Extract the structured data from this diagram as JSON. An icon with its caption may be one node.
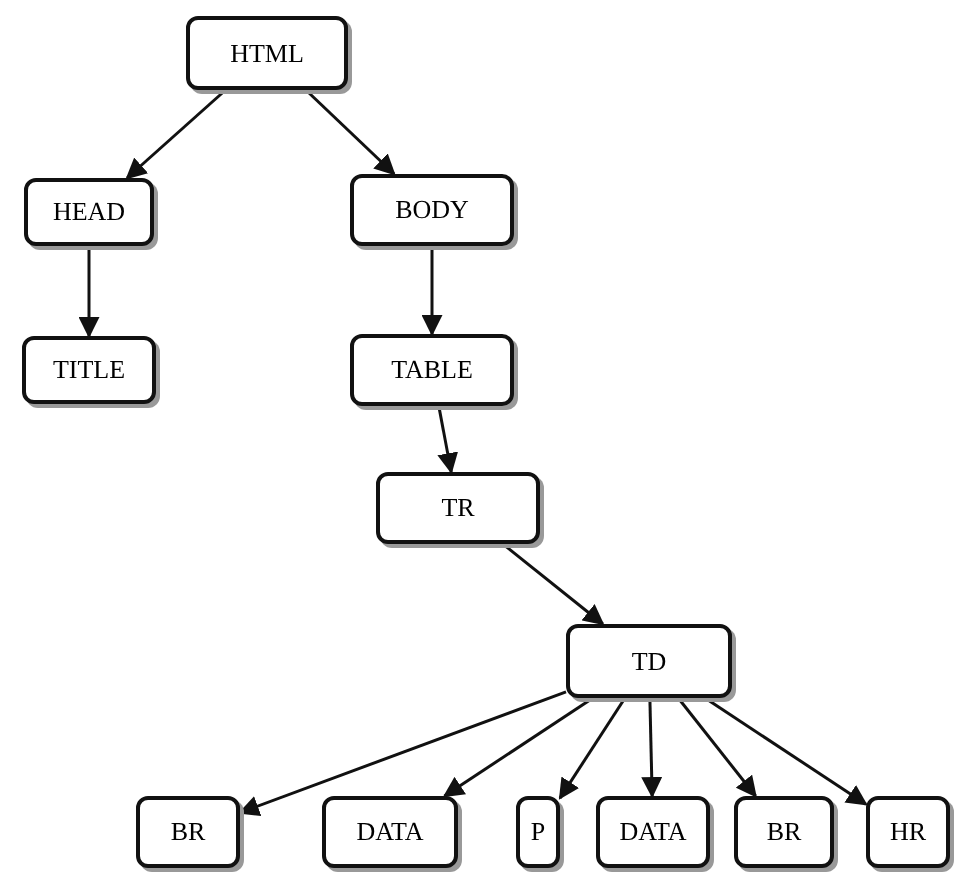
{
  "diagram": {
    "nodes": [
      {
        "text": [
          "HTML"
        ]
      },
      {
        "text": [
          "HEAD"
        ]
      },
      {
        "text": [
          "BODY"
        ]
      },
      {
        "text": [
          "TITLE"
        ]
      },
      {
        "text": [
          "TABLE"
        ]
      },
      {
        "text": [
          "TR"
        ]
      },
      {
        "text": [
          "TD"
        ]
      },
      {
        "text": [
          "BR"
        ]
      },
      {
        "text": [
          "DATA"
        ]
      },
      {
        "text": [
          "P"
        ]
      },
      {
        "text": [
          "DATA"
        ]
      },
      {
        "text": [
          "BR"
        ]
      },
      {
        "text": [
          "HR"
        ]
      }
    ],
    "edges": [
      {
        "from": 0,
        "to": 1,
        "arrow": "to"
      },
      {
        "from": 0,
        "to": 2,
        "arrow": "to"
      },
      {
        "from": 1,
        "to": 3,
        "arrow": "to"
      },
      {
        "from": 2,
        "to": 4,
        "arrow": "to"
      },
      {
        "from": 4,
        "to": 5,
        "arrow": "to"
      },
      {
        "from": 5,
        "to": 6,
        "arrow": "to"
      },
      {
        "from": 6,
        "to": 7,
        "arrow": "to"
      },
      {
        "from": 6,
        "to": 8,
        "arrow": "to"
      },
      {
        "from": 6,
        "to": 9,
        "arrow": "to"
      },
      {
        "from": 6,
        "to": 10,
        "arrow": "to"
      },
      {
        "from": 6,
        "to": 11,
        "arrow": "to"
      },
      {
        "from": 6,
        "to": 12,
        "arrow": "to"
      }
    ]
  }
}
